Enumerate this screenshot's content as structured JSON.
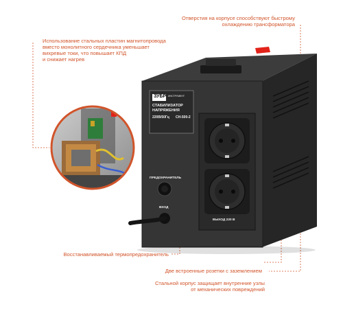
{
  "callouts": {
    "cooling": {
      "lines": [
        "Отверстия на корпусе способствуют быстрому",
        "охлаждению трансформатора"
      ]
    },
    "core": {
      "lines": [
        "Использование стальных пластин магнитопровода",
        "вместо монолитного сердечника уменьшает",
        "вихревые токи, что повышает КПД",
        "и снижает нагрев"
      ]
    },
    "thermal": {
      "lines": [
        "Восстанавливаемый термопредохранитель"
      ]
    },
    "sockets": {
      "lines": [
        "Две встроенные розетки с заземлением"
      ]
    },
    "housing": {
      "lines": [
        "Стальной корпус защищает внутренние узлы",
        "от механических повреждений"
      ]
    }
  },
  "device": {
    "brand": "ЗУБР",
    "brand_sub": "ИНСТРУМЕНТ",
    "label_lines": [
      "СТАБИЛИЗАТОР",
      "НАПРЯЖЕНИЯ"
    ],
    "spec": "220В/50Гц",
    "model": "СН-500-2",
    "fuse_label": "ПРЕДОХРАНИТЕЛЬ",
    "input_label": "ВХОД",
    "output_label": "ВЫХОД 220 В"
  },
  "colors": {
    "accent": "#d1542a",
    "body": "#2b2b2b",
    "front": "#3a3a3a",
    "switch": "#e2231a"
  }
}
